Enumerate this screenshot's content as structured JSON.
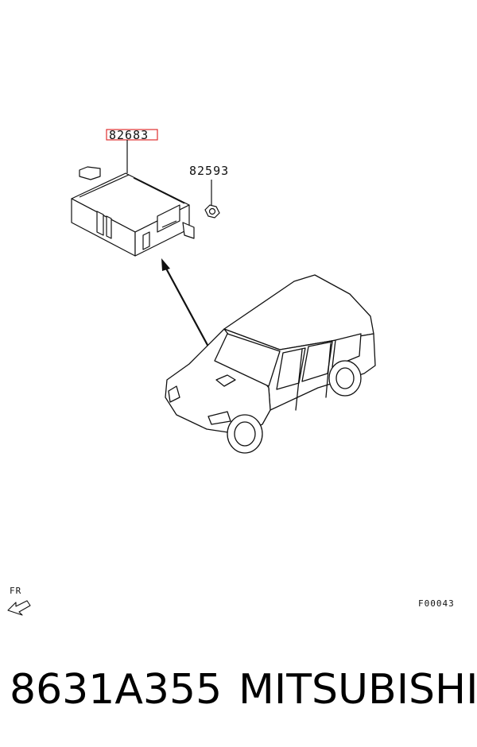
{
  "callouts": {
    "primary": "82683",
    "secondary": "82593"
  },
  "direction_label": "FR",
  "figure_code": "F00043",
  "caption": {
    "part_number": "8631A355",
    "brand": "MITSUBISHI"
  },
  "colors": {
    "highlight": "#e03030",
    "line": "#111111"
  }
}
